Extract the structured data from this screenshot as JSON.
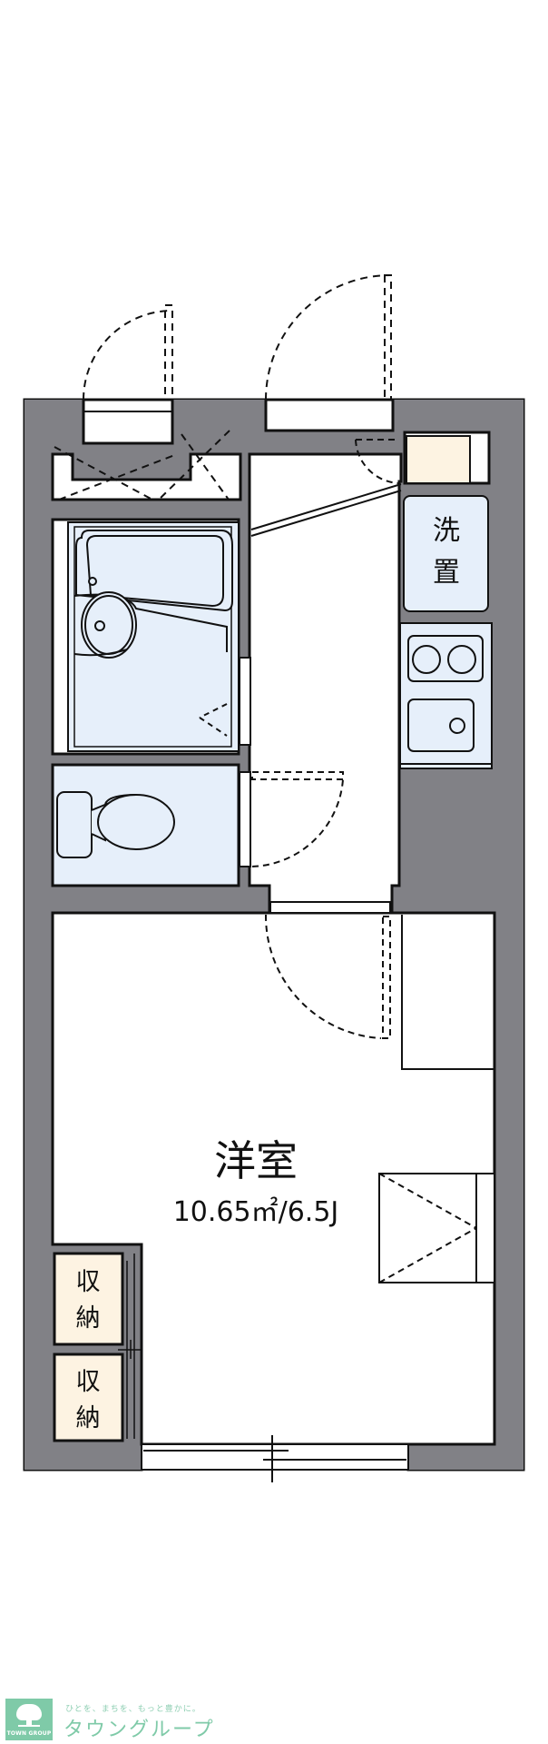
{
  "floorplan": {
    "rooms": {
      "main_room": {
        "name": "洋室",
        "area": "10.65㎡/6.5J"
      },
      "washer": {
        "line1": "洗",
        "line2": "置"
      },
      "closet_1": {
        "line1": "収",
        "line2": "納"
      },
      "closet_2": {
        "line1": "収",
        "line2": "納"
      }
    },
    "fixtures": [
      "bathtub",
      "wash-basin",
      "toilet",
      "two-burner-stove",
      "kitchen-sink",
      "refrigerator-space",
      "shoe-cabinet",
      "bed-loft"
    ],
    "colors": {
      "wall": "#818186",
      "wet_area": "#e6effa",
      "storage": "#fdf3e2",
      "line": "#111111"
    }
  },
  "logo": {
    "brand": "TOWN GROUP",
    "slogan": "ひとを、まちを、もっと豊かに。",
    "company": "タウングループ"
  }
}
